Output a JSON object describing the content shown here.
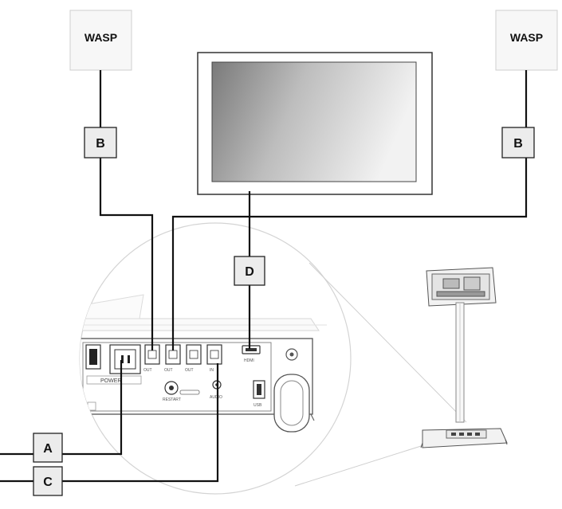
{
  "wasp_left": {
    "label": "WASP"
  },
  "wasp_right": {
    "label": "WASP"
  },
  "connectors": {
    "a": "A",
    "b_left": "B",
    "b_right": "B",
    "c": "C",
    "d": "D"
  },
  "panel": {
    "power": "POWER",
    "restart": "RESTART",
    "audio": "AUDIO",
    "hdmi": "HDMI",
    "usb": "USB",
    "port1": "OUT",
    "port2": "OUT",
    "port3": "OUT",
    "port4": "IN"
  },
  "colors": {
    "line": "#111111",
    "thin": "#bbbbbb",
    "box_fill": "#ececec",
    "wasp_fill": "#f6f6f6"
  }
}
